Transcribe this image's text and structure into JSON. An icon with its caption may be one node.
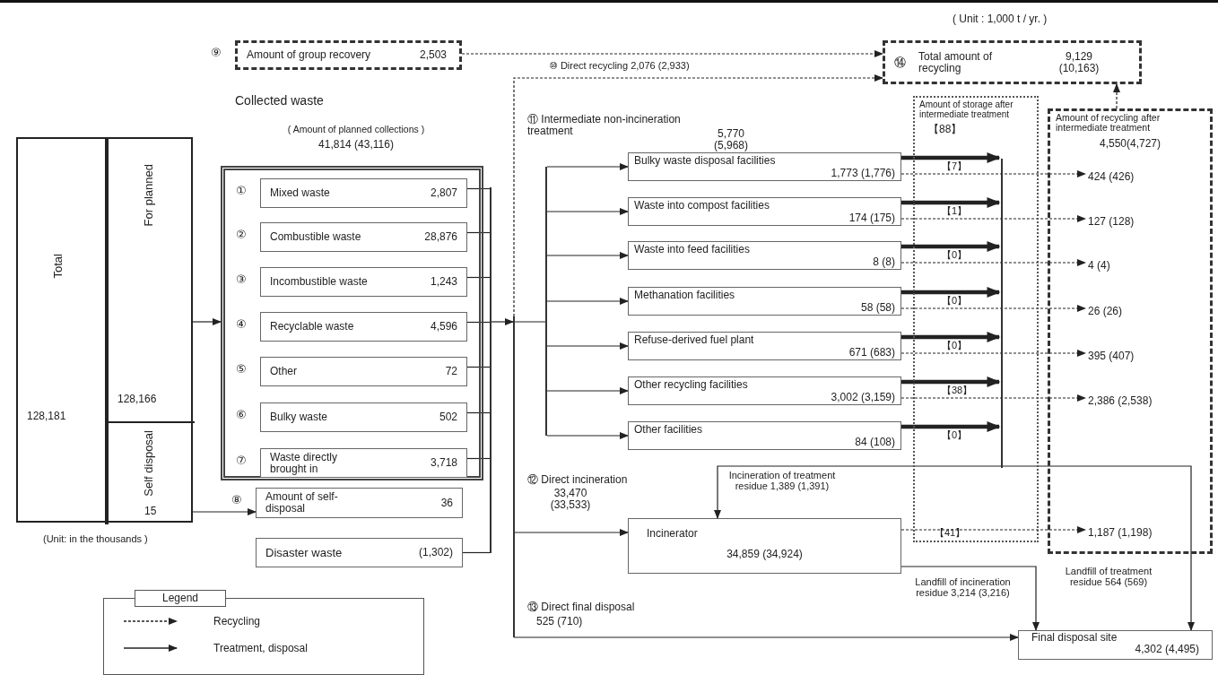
{
  "diagram": {
    "nodes": [
      {
        "text": [
          "Amount of group recovery",
          "2,503"
        ],
        "beside": [
          "⑨"
        ]
      },
      {
        "text": [
          "⑭",
          "Total amount of recycling",
          "9,129 (10,163)"
        ]
      },
      {
        "text": [
          "Collected waste",
          "( Amount of planned collections )",
          "41,814 (43,116)"
        ]
      },
      {
        "text": [
          "Mixed waste",
          "2,807"
        ],
        "beside": [
          "①"
        ],
        "in": 2
      },
      {
        "text": [
          "Combustible waste",
          "28,876"
        ],
        "beside": [
          "②"
        ],
        "in": 2
      },
      {
        "text": [
          "Incombustible waste",
          "1,243"
        ],
        "beside": [
          "③"
        ],
        "in": 2
      },
      {
        "text": [
          "Recyclable waste",
          "4,596"
        ],
        "beside": [
          "④"
        ],
        "in": 2
      },
      {
        "text": [
          "Other",
          "72"
        ],
        "beside": [
          "⑤"
        ],
        "in": 2
      },
      {
        "text": [
          "Bulky waste",
          "502"
        ],
        "beside": [
          "⑥"
        ],
        "in": 2
      },
      {
        "text": [
          "Waste directly brought in",
          "3,718"
        ],
        "beside": [
          "⑦"
        ],
        "in": 2
      },
      {
        "text": [
          "Total",
          "128,181"
        ],
        "beside": [
          "(Unit: in the thousands )"
        ]
      },
      {
        "text": [
          "For planned",
          "128,166"
        ],
        "in": 10
      },
      {
        "text": [
          "Self disposal",
          "15"
        ],
        "in": 10
      },
      {
        "text": [
          "Amount of self-disposal",
          "36"
        ],
        "beside": [
          "⑧"
        ]
      },
      {
        "text": [
          "Disaster waste",
          "(1,302)"
        ]
      },
      {
        "text": [],
        "shape": "bar"
      },
      {
        "text": [],
        "shape": "bar"
      },
      {
        "text": [],
        "shape": "bar"
      },
      {
        "text": [
          "Bulky waste disposal facilities",
          "1,773 (1,776)"
        ]
      },
      {
        "text": [
          "Waste into compost facilities",
          "174 (175)"
        ]
      },
      {
        "text": [
          "Waste into feed facilities",
          "8 (8)"
        ]
      },
      {
        "text": [
          "Methanation facilities",
          "58 (58)"
        ]
      },
      {
        "text": [
          "Refuse-derived fuel plant",
          "671 (683)"
        ]
      },
      {
        "text": [
          "Other recycling facilities",
          "3,002 (3,159)"
        ]
      },
      {
        "text": [
          "Other facilities",
          "84 (108)"
        ]
      },
      {
        "text": [
          "Amount of storage after intermediate treatment",
          "【88】"
        ]
      },
      {
        "text": [
          "Amount of recycling after intermediate treatment",
          "4,550(4,727)"
        ]
      },
      {
        "text": [
          "424 (426)"
        ],
        "in": 26
      },
      {
        "text": [
          "127 (128)"
        ],
        "in": 26
      },
      {
        "text": [
          "4 (4)"
        ],
        "in": 26
      },
      {
        "text": [
          "26 (26)"
        ],
        "in": 26
      },
      {
        "text": [
          "395 (407)"
        ],
        "in": 26
      },
      {
        "text": [
          "2,386 (2,538)"
        ],
        "in": 26
      },
      {
        "text": [
          "1,187 (1,198)"
        ],
        "in": 26
      },
      {
        "text": [],
        "shape": "bar",
        "in": 25
      },
      {
        "text": [
          "Incinerator",
          "34,859 (34,924)"
        ]
      },
      {
        "text": [
          "Final disposal site",
          "4,302 (4,495)"
        ]
      }
    ],
    "edges": [
      {
        "from": 0,
        "to": 1,
        "arrow": "to",
        "style": "dashed"
      },
      {
        "from": 16,
        "to": 1,
        "arrow": "to",
        "style": "dashed",
        "label": "⑩ Direct recycling 2,076 (2,933)"
      },
      {
        "from": 26,
        "to": 1,
        "arrow": "to",
        "style": "dashed"
      },
      {
        "from": 11,
        "to": 2,
        "arrow": "to"
      },
      {
        "from": 12,
        "to": 13,
        "arrow": "to"
      },
      {
        "from": 3,
        "to": 15,
        "arrow": "none"
      },
      {
        "from": 4,
        "to": 15,
        "arrow": "none"
      },
      {
        "from": 5,
        "to": 15,
        "arrow": "none"
      },
      {
        "from": 6,
        "to": 15,
        "arrow": "none"
      },
      {
        "from": 7,
        "to": 15,
        "arrow": "none"
      },
      {
        "from": 8,
        "to": 15,
        "arrow": "none"
      },
      {
        "from": 9,
        "to": 15,
        "arrow": "none"
      },
      {
        "from": 14,
        "to": 15,
        "arrow": "none"
      },
      {
        "from": 15,
        "to": 16,
        "arrow": "to"
      },
      {
        "from": 16,
        "to": 17,
        "arrow": "none"
      },
      {
        "from": 17,
        "to": 18,
        "arrow": "to"
      },
      {
        "from": 17,
        "to": 19,
        "arrow": "to"
      },
      {
        "from": 17,
        "to": 20,
        "arrow": "to"
      },
      {
        "from": 17,
        "to": 21,
        "arrow": "to"
      },
      {
        "from": 17,
        "to": 22,
        "arrow": "to"
      },
      {
        "from": 17,
        "to": 23,
        "arrow": "to"
      },
      {
        "from": 17,
        "to": 24,
        "arrow": "to"
      },
      {
        "from": 16,
        "to": 35,
        "arrow": "to"
      },
      {
        "from": 16,
        "to": 36,
        "arrow": "to"
      },
      {
        "from": 18,
        "to": 34,
        "arrow": "to",
        "style": "thick"
      },
      {
        "from": 19,
        "to": 34,
        "arrow": "to",
        "style": "thick"
      },
      {
        "from": 20,
        "to": 34,
        "arrow": "to",
        "style": "thick"
      },
      {
        "from": 21,
        "to": 34,
        "arrow": "to",
        "style": "thick"
      },
      {
        "from": 22,
        "to": 34,
        "arrow": "to",
        "style": "thick"
      },
      {
        "from": 23,
        "to": 34,
        "arrow": "to",
        "style": "thick"
      },
      {
        "from": 24,
        "to": 34,
        "arrow": "to",
        "style": "thick"
      },
      {
        "from": 18,
        "to": 27,
        "arrow": "to",
        "style": "dashed"
      },
      {
        "from": 19,
        "to": 28,
        "arrow": "to",
        "style": "dashed"
      },
      {
        "from": 20,
        "to": 29,
        "arrow": "to",
        "style": "dashed"
      },
      {
        "from": 21,
        "to": 30,
        "arrow": "to",
        "style": "dashed"
      },
      {
        "from": 22,
        "to": 31,
        "arrow": "to",
        "style": "dashed"
      },
      {
        "from": 23,
        "to": 32,
        "arrow": "to",
        "style": "dashed"
      },
      {
        "from": 35,
        "to": 33,
        "arrow": "to",
        "style": "dashed"
      },
      {
        "from": 34,
        "to": 35,
        "arrow": "to",
        "label": "Incineration of treatment residue 1,389 (1,391)"
      },
      {
        "from": 34,
        "to": 36,
        "arrow": "to",
        "label": "Landfill of treatment residue 564 (569)"
      },
      {
        "from": 35,
        "to": 36,
        "arrow": "to",
        "label": "Landfill of incineration residue 3,214 (3,216)"
      }
    ],
    "labels": [
      "( Unit : 1,000 t / yr. )",
      "⑪ Intermediate non-incineration treatment",
      "5,770 (5,968)",
      "【7】",
      "【1】",
      "【0】",
      "【0】",
      "【0】",
      "【38】",
      "【0】",
      "⑫ Direct incineration",
      "33,470 (33,533)",
      "【41】",
      "⑬ Direct final disposal",
      "525 (710)",
      "Legend"
    ],
    "legend": [
      {
        "text": "Recycling"
      },
      {
        "text": "Treatment, disposal"
      }
    ]
  }
}
